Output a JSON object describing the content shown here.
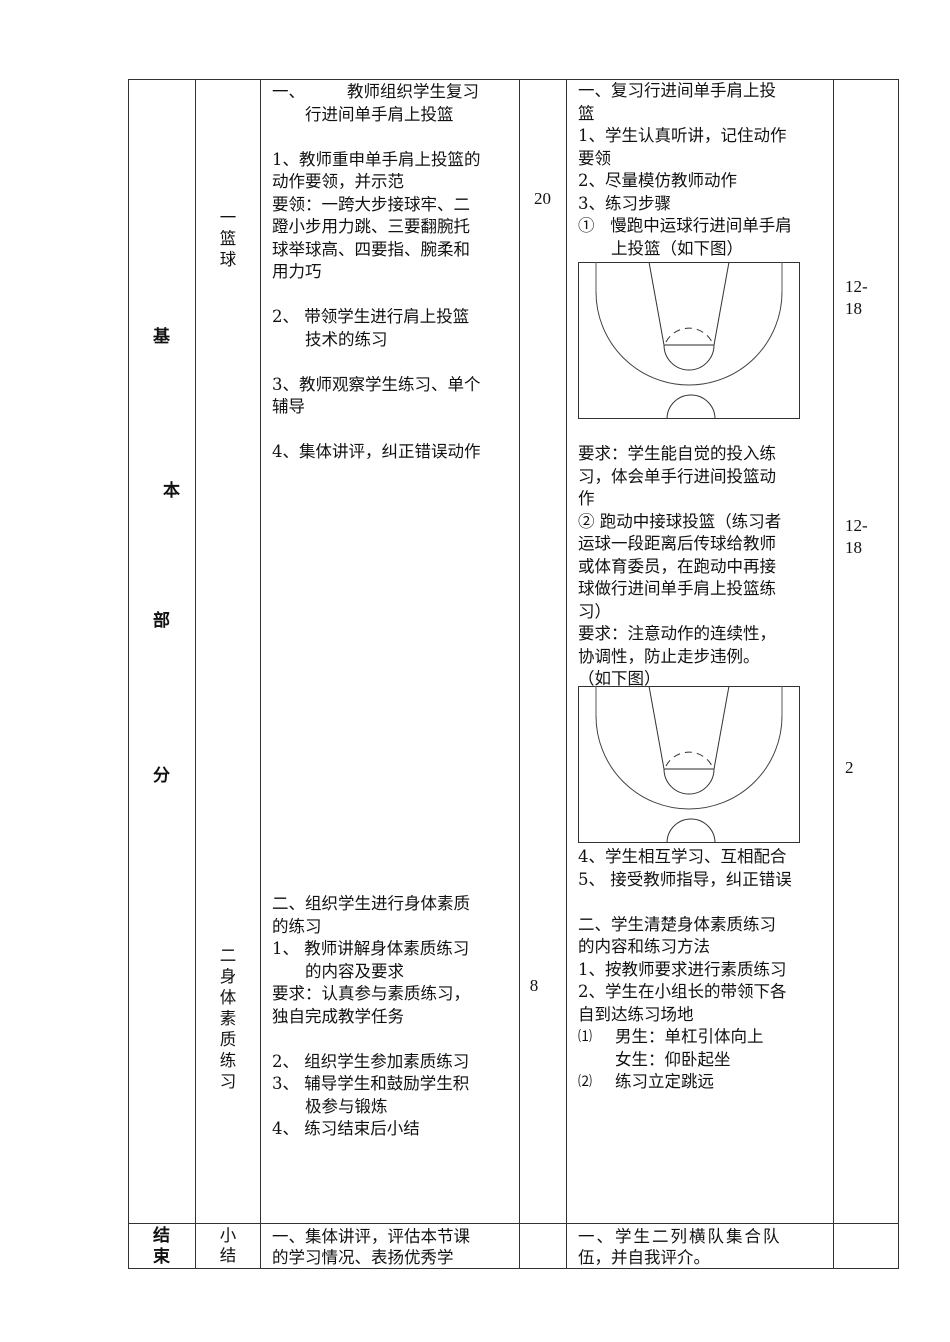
{
  "section_labels": {
    "basic_part": [
      "基",
      "本",
      "部",
      "分"
    ],
    "ending": [
      "结",
      "束"
    ]
  },
  "topics": {
    "basketball": [
      "一",
      "篮",
      "球"
    ],
    "fitness": [
      "二",
      "身",
      "体",
      "素",
      "质",
      "练",
      "习"
    ],
    "summary": [
      "小",
      "结"
    ]
  },
  "teacher_activities": {
    "basketball": {
      "heading_l1": "一、        教师组织学生复习",
      "heading_l2": "行进间单手肩上投篮",
      "item1_l1": "1、教师重申单手肩上投篮的",
      "item1_l2": "动作要领，并示范",
      "key_l1": "要领：一跨大步接球牢、二",
      "key_l2": "蹬小步用力跳、三要翻腕托",
      "key_l3": "球举球高、四要指、腕柔和",
      "key_l4": "用力巧",
      "item2_l1": "2、 带领学生进行肩上投篮",
      "item2_l2": "技术的练习",
      "item3_l1": "3、教师观察学生练习、单个",
      "item3_l2": "辅导",
      "item4": "4、集体讲评，纠正错误动作"
    },
    "fitness": {
      "heading_l1": "二、组织学生进行身体素质",
      "heading_l2": "的练习",
      "item1_l1": "1、 教师讲解身体素质练习",
      "item1_l2": "的内容及要求",
      "req_l1": "要求：认真参与素质练习，",
      "req_l2": "独自完成教学任务",
      "item2": "2、 组织学生参加素质练习",
      "item3_l1": "3、 辅导学生和鼓励学生积",
      "item3_l2": "极参与锻炼",
      "item4": "4、 练习结束后小结"
    },
    "summary": {
      "l1": "一、集体讲评，评估本节课",
      "l2": "的学习情况、表扬优秀学"
    }
  },
  "time_minutes": {
    "basketball": "20",
    "fitness": "8"
  },
  "student_activities": {
    "basketball": {
      "heading_l1": "一、复习行进间单手肩上投",
      "heading_l2": "篮",
      "item1_l1": "1、学生认真听讲，记住动作",
      "item1_l2": "要领",
      "item2": "2、尽量模仿教师动作",
      "item3": "3、练习步骤",
      "step1_l1": "①   慢跑中运球行进间单手肩",
      "step1_l2": "上投篮（如下图）",
      "req1_l1": "要求：学生能自觉的投入练",
      "req1_l2": "习，体会单手行进间投篮动",
      "req1_l3": "作",
      "step2_l1": "② 跑动中接球投篮（练习者",
      "step2_l2": "运球一段距离后传球给教师",
      "step2_l3": "或体育委员，在跑动中再接",
      "step2_l4": "球做行进间单手肩上投篮练",
      "step2_l5": "习）",
      "req2_l1": "要求：注意动作的连续性，",
      "req2_l2": "协调性，防止走步违例。",
      "req2_l3": "（如下图）",
      "item4": "4、学生相互学习、互相配合",
      "item5": "5、 接受教师指导，纠正错误"
    },
    "fitness": {
      "heading_l1": "二、学生清楚身体素质练习",
      "heading_l2": "的内容和练习方法",
      "item1": "1、按教师要求进行素质练习",
      "item2_l1": "2、学生在小组长的带领下各",
      "item2_l2": "自到达练习场地",
      "sub1_marker": "⑴",
      "sub1_l1": "男生：单杠引体向上",
      "sub1_l2": "女生：仰卧起坐",
      "sub2_marker": "⑵",
      "sub2": "练习立定跳远"
    },
    "summary": {
      "l1": "一、学生二列横队集合队",
      "l2": "伍，并自我评介。"
    }
  },
  "repetitions": {
    "r1_l1": "12-",
    "r1_l2": "18",
    "r2_l1": "12-",
    "r2_l2": "18",
    "r3": "2"
  },
  "diagrams": {
    "court1_icon": "basketball-half-court-diagram",
    "court2_icon": "basketball-half-court-diagram"
  }
}
